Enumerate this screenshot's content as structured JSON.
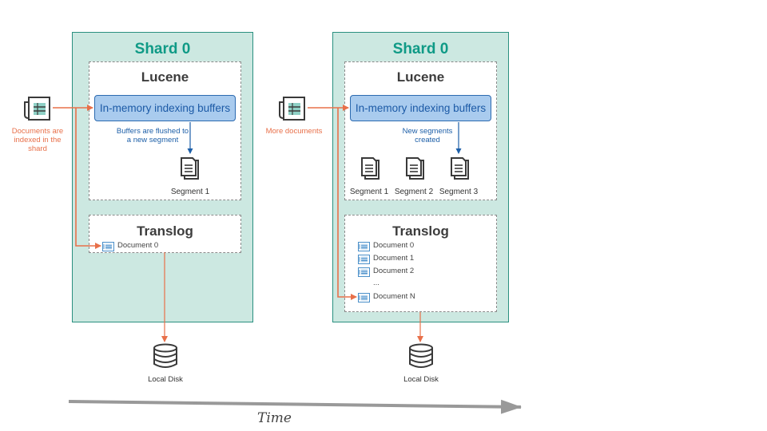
{
  "left": {
    "shard_title": "Shard 0",
    "lucene_title": "Lucene",
    "buffer_label": "In-memory indexing buffers",
    "flush_note": "Buffers are flushed to a new segment",
    "segments": [
      "Segment 1"
    ],
    "translog_title": "Translog",
    "translog_docs": [
      "Document 0"
    ],
    "input_label": "Documents are indexed in the shard",
    "disk_label": "Local Disk"
  },
  "right": {
    "shard_title": "Shard 0",
    "lucene_title": "Lucene",
    "buffer_label": "In-memory indexing buffers",
    "flush_note": "New segments created",
    "segments": [
      "Segment 1",
      "Segment 2",
      "Segment 3"
    ],
    "translog_title": "Translog",
    "translog_docs": [
      "Document 0",
      "Document 1",
      "Document 2",
      "...",
      "Document N"
    ],
    "input_label": "More documents",
    "disk_label": "Local Disk"
  },
  "time_label": "Time",
  "colors": {
    "shard_bg": "#cce8e1",
    "shard_title": "#0f9a86",
    "buffer_bg": "#a9cbee",
    "buffer_text": "#1c5aa6",
    "flow_arrow": "#e8704a",
    "time_arrow": "#999999"
  }
}
